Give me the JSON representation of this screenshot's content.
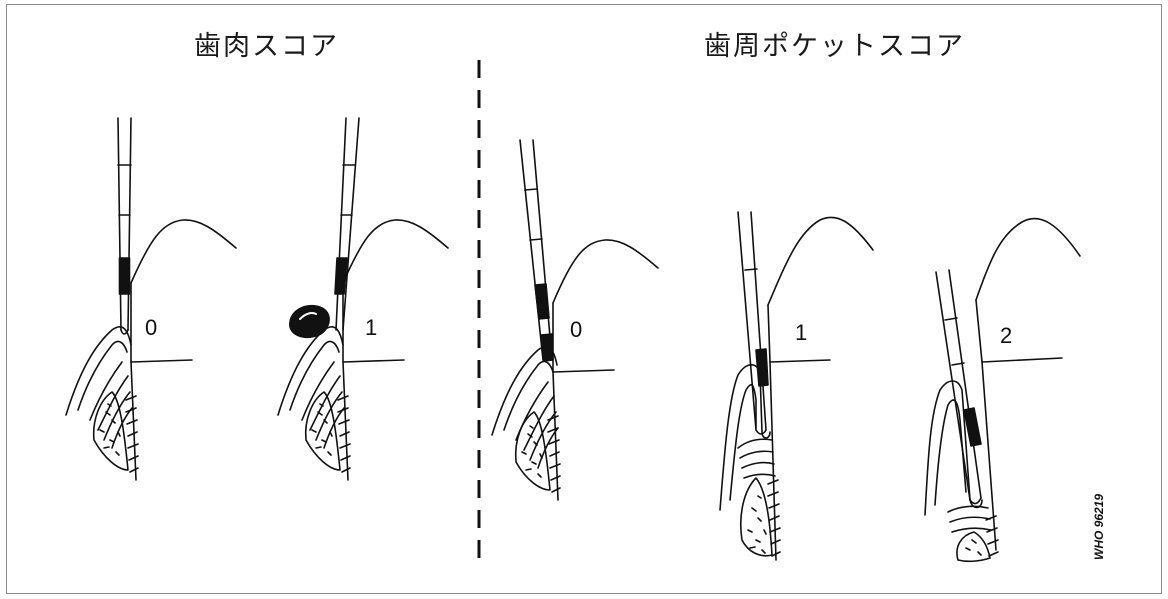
{
  "headings": {
    "left": "歯肉スコア",
    "right": "歯周ポケットスコア"
  },
  "panels": [
    {
      "group": "left",
      "score": "0"
    },
    {
      "group": "left",
      "score": "1"
    },
    {
      "group": "right",
      "score": "0"
    },
    {
      "group": "right",
      "score": "1"
    },
    {
      "group": "right",
      "score": "2"
    }
  ],
  "credit": "WHO 96219",
  "colors": {
    "ink": "#111111",
    "frame": "#8a8a8a"
  }
}
